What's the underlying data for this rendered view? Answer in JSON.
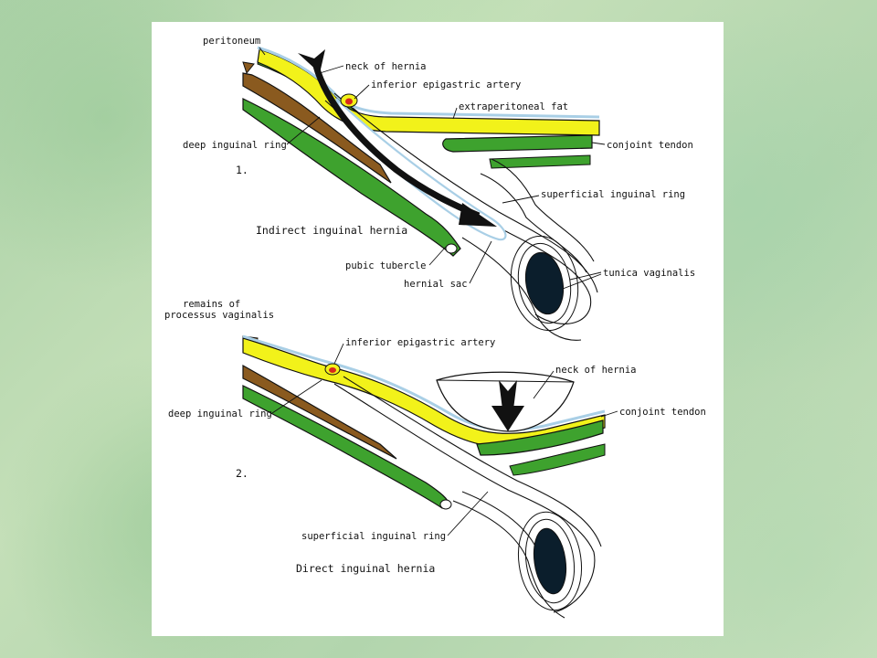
{
  "colors": {
    "background": "#b7d7b0",
    "panel": "#ffffff",
    "extraperitoneal_fat": "#f2f21a",
    "muscle_green": "#3ea22e",
    "ligament_brown": "#8a5a1f",
    "peritoneum_blue": "#a9cfe6",
    "artery_red": "#d8281c",
    "testis": "#0b1e2c",
    "arrow": "#111111"
  },
  "figure1": {
    "number": "1.",
    "title": "Indirect inguinal hernia",
    "labels": {
      "peritoneum": "peritoneum",
      "neck_of_hernia": "neck of hernia",
      "inferior_epigastric_artery": "inferior epigastric artery",
      "extraperitoneal_fat": "extraperitoneal fat",
      "conjoint_tendon": "conjoint tendon",
      "deep_inguinal_ring": "deep inguinal ring",
      "superficial_inguinal_ring": "superficial inguinal ring",
      "pubic_tubercle": "pubic tubercle",
      "hernial_sac": "hernial sac",
      "tunica_vaginalis": "tunica vaginalis"
    }
  },
  "figure2": {
    "number": "2.",
    "title": "Direct inguinal hernia",
    "labels": {
      "remains_line1": "remains of",
      "remains_line2": "processus vaginalis",
      "inferior_epigastric_artery": "inferior epigastric artery",
      "neck_of_hernia": "neck of hernia",
      "conjoint_tendon": "conjoint tendon",
      "deep_inguinal_ring": "deep inguinal ring",
      "superficial_inguinal_ring": "superficial inguinal ring"
    }
  }
}
